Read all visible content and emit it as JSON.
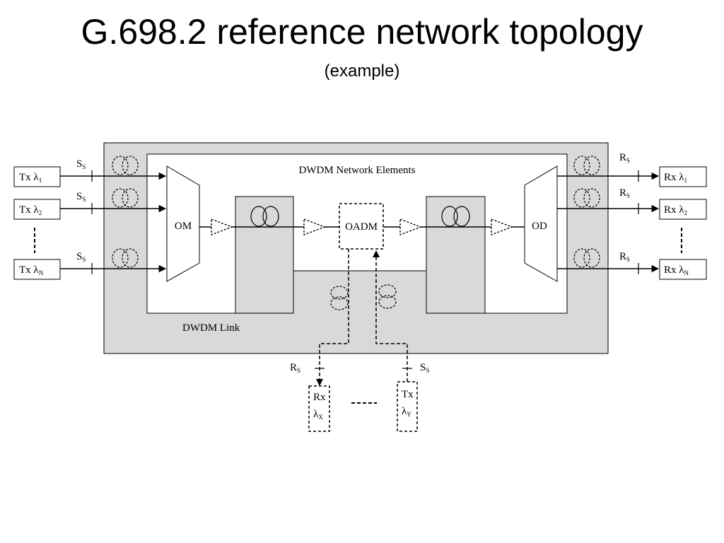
{
  "slide": {
    "title": "G.698.2 reference network topology",
    "subtitle": "(example)"
  },
  "diagram": {
    "network_elements_label": "DWDM Network Elements",
    "link_label": "DWDM Link",
    "om_label": "OM",
    "od_label": "OD",
    "oadm_label": "OADM",
    "lambda_symbol": "λ",
    "reference_point_letters": {
      "source": "S",
      "receiver": "R",
      "subscript": "S"
    },
    "transmitters": [
      {
        "prefix": "Tx ",
        "subscript": "1"
      },
      {
        "prefix": "Tx ",
        "subscript": "2"
      },
      {
        "prefix": "Tx ",
        "subscript": "N"
      }
    ],
    "receivers": [
      {
        "prefix": "Rx ",
        "subscript": "1"
      },
      {
        "prefix": "Rx ",
        "subscript": "2"
      },
      {
        "prefix": "Rx ",
        "subscript": "N"
      }
    ],
    "drop": {
      "top": "Rx",
      "subscript": "X"
    },
    "add": {
      "top": "Tx",
      "subscript": "Y"
    }
  }
}
